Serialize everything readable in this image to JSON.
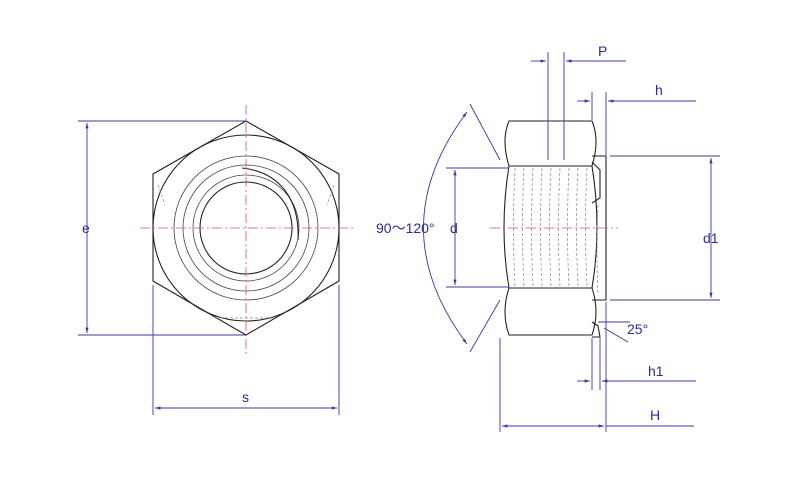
{
  "diagram": {
    "title": "Hex weld nut dimension drawing",
    "colors": {
      "outline": "#222222",
      "dimension": "#3a3a9c",
      "centerline": "#d05070",
      "label": "#2a2a9a"
    },
    "front_view": {
      "labels": {
        "across_corners": "e",
        "across_flats": "s"
      }
    },
    "side_view": {
      "labels": {
        "pitch": "P",
        "projection_height": "h",
        "thread_diameter": "d",
        "projection_diameter": "d1",
        "chamfer_angle": "90～120°",
        "undercut_angle": "25°",
        "undercut_height": "h1",
        "total_height": "H"
      }
    }
  }
}
